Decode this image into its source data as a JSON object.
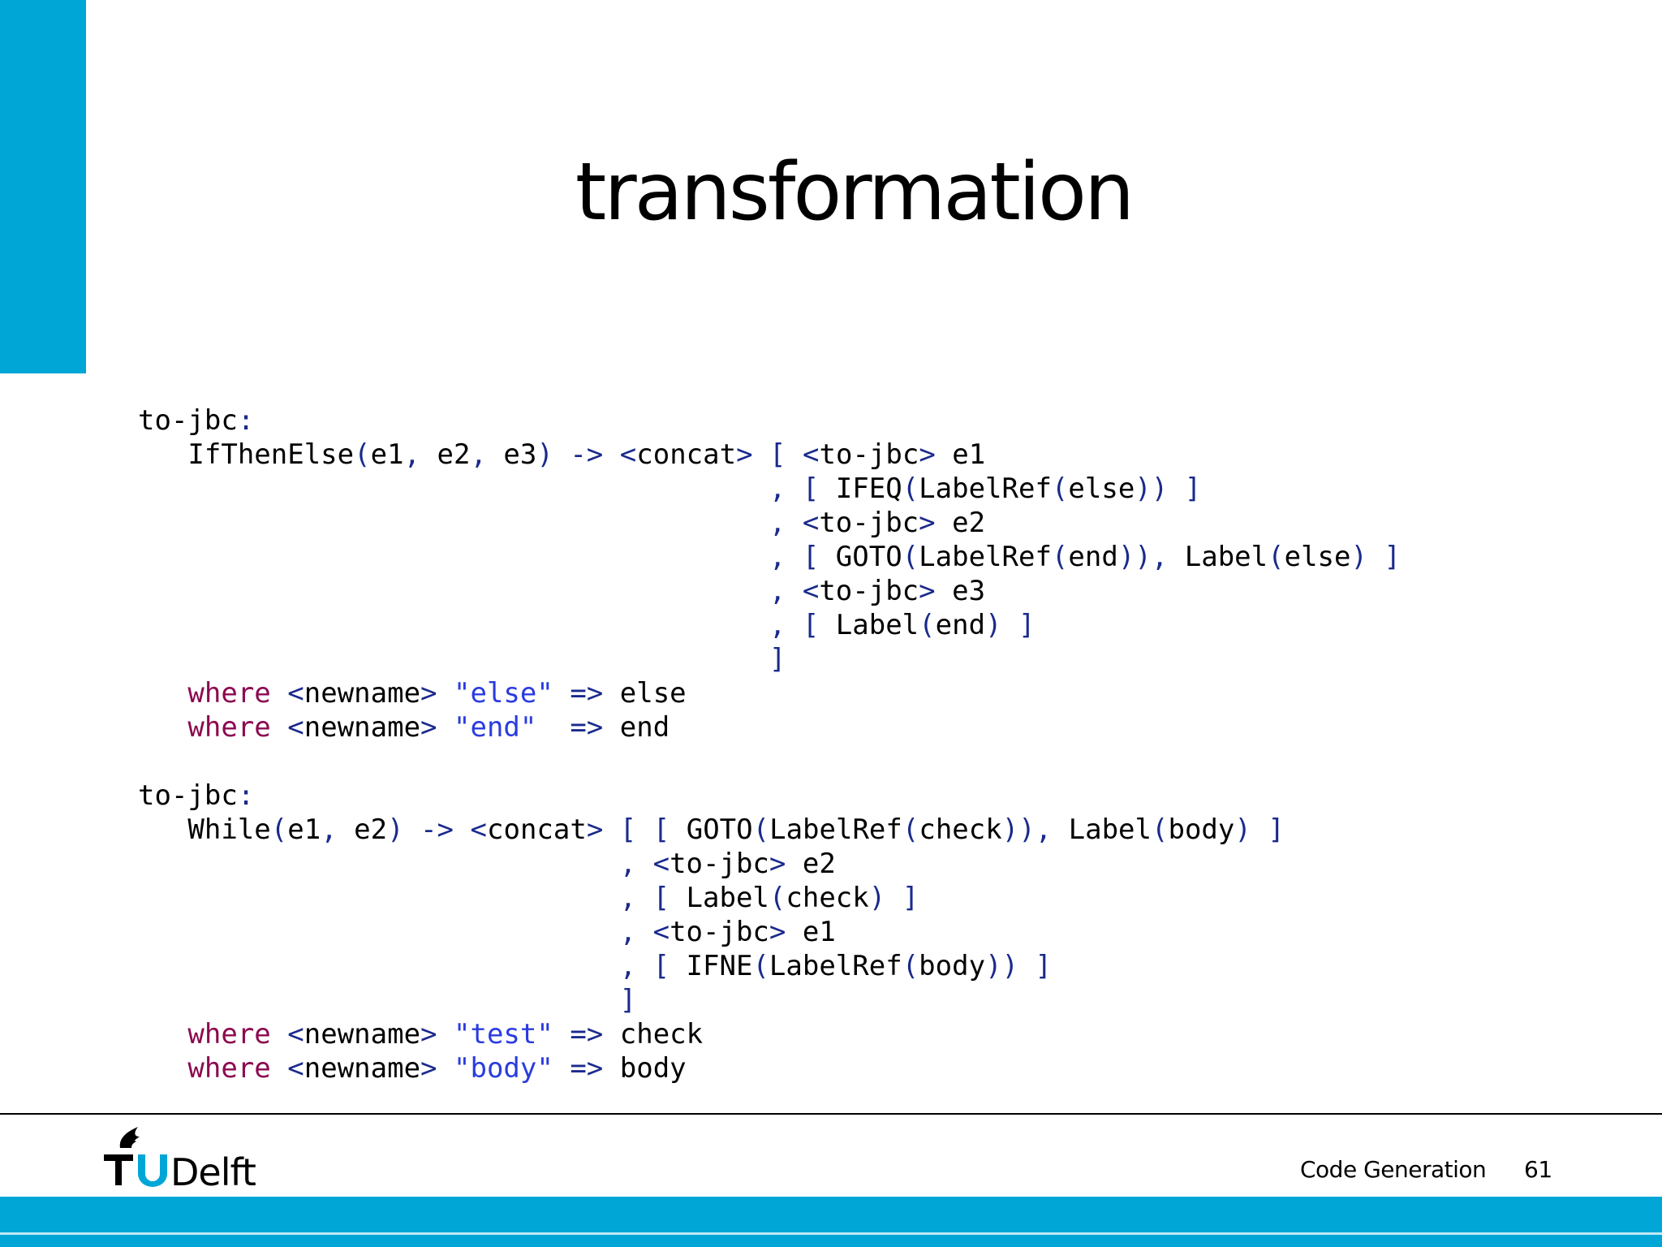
{
  "slide": {
    "title": "transformation",
    "code_lines": [
      "to-jbc:",
      "   IfThenElse(e1, e2, e3) -> <concat> [ <to-jbc> e1",
      "                                      , [ IFEQ(LabelRef(else)) ]",
      "                                      , <to-jbc> e2",
      "                                      , [ GOTO(LabelRef(end)), Label(else) ]",
      "                                      , <to-jbc> e3",
      "                                      , [ Label(end) ]",
      "                                      ]",
      "   where <newname> \"else\" => else",
      "   where <newname> \"end\"  => end",
      "",
      "to-jbc:",
      "   While(e1, e2) -> <concat> [ [ GOTO(LabelRef(check)), Label(body) ]",
      "                             , <to-jbc> e2",
      "                             , [ Label(check) ]",
      "                             , <to-jbc> e1",
      "                             , [ IFNE(LabelRef(body)) ]",
      "                             ]",
      "   where <newname> \"test\" => check",
      "   where <newname> \"body\" => body"
    ]
  },
  "footer": {
    "logo_text": "TUDelft",
    "course": "Code Generation",
    "page_number": "61"
  },
  "colors": {
    "accent": "#00a6d6",
    "keyword": "#8b0a50",
    "string": "#2a3be0",
    "punctuation": "#1a2a8c"
  },
  "icons": {
    "logo": "tu-delft-flame-logo"
  }
}
